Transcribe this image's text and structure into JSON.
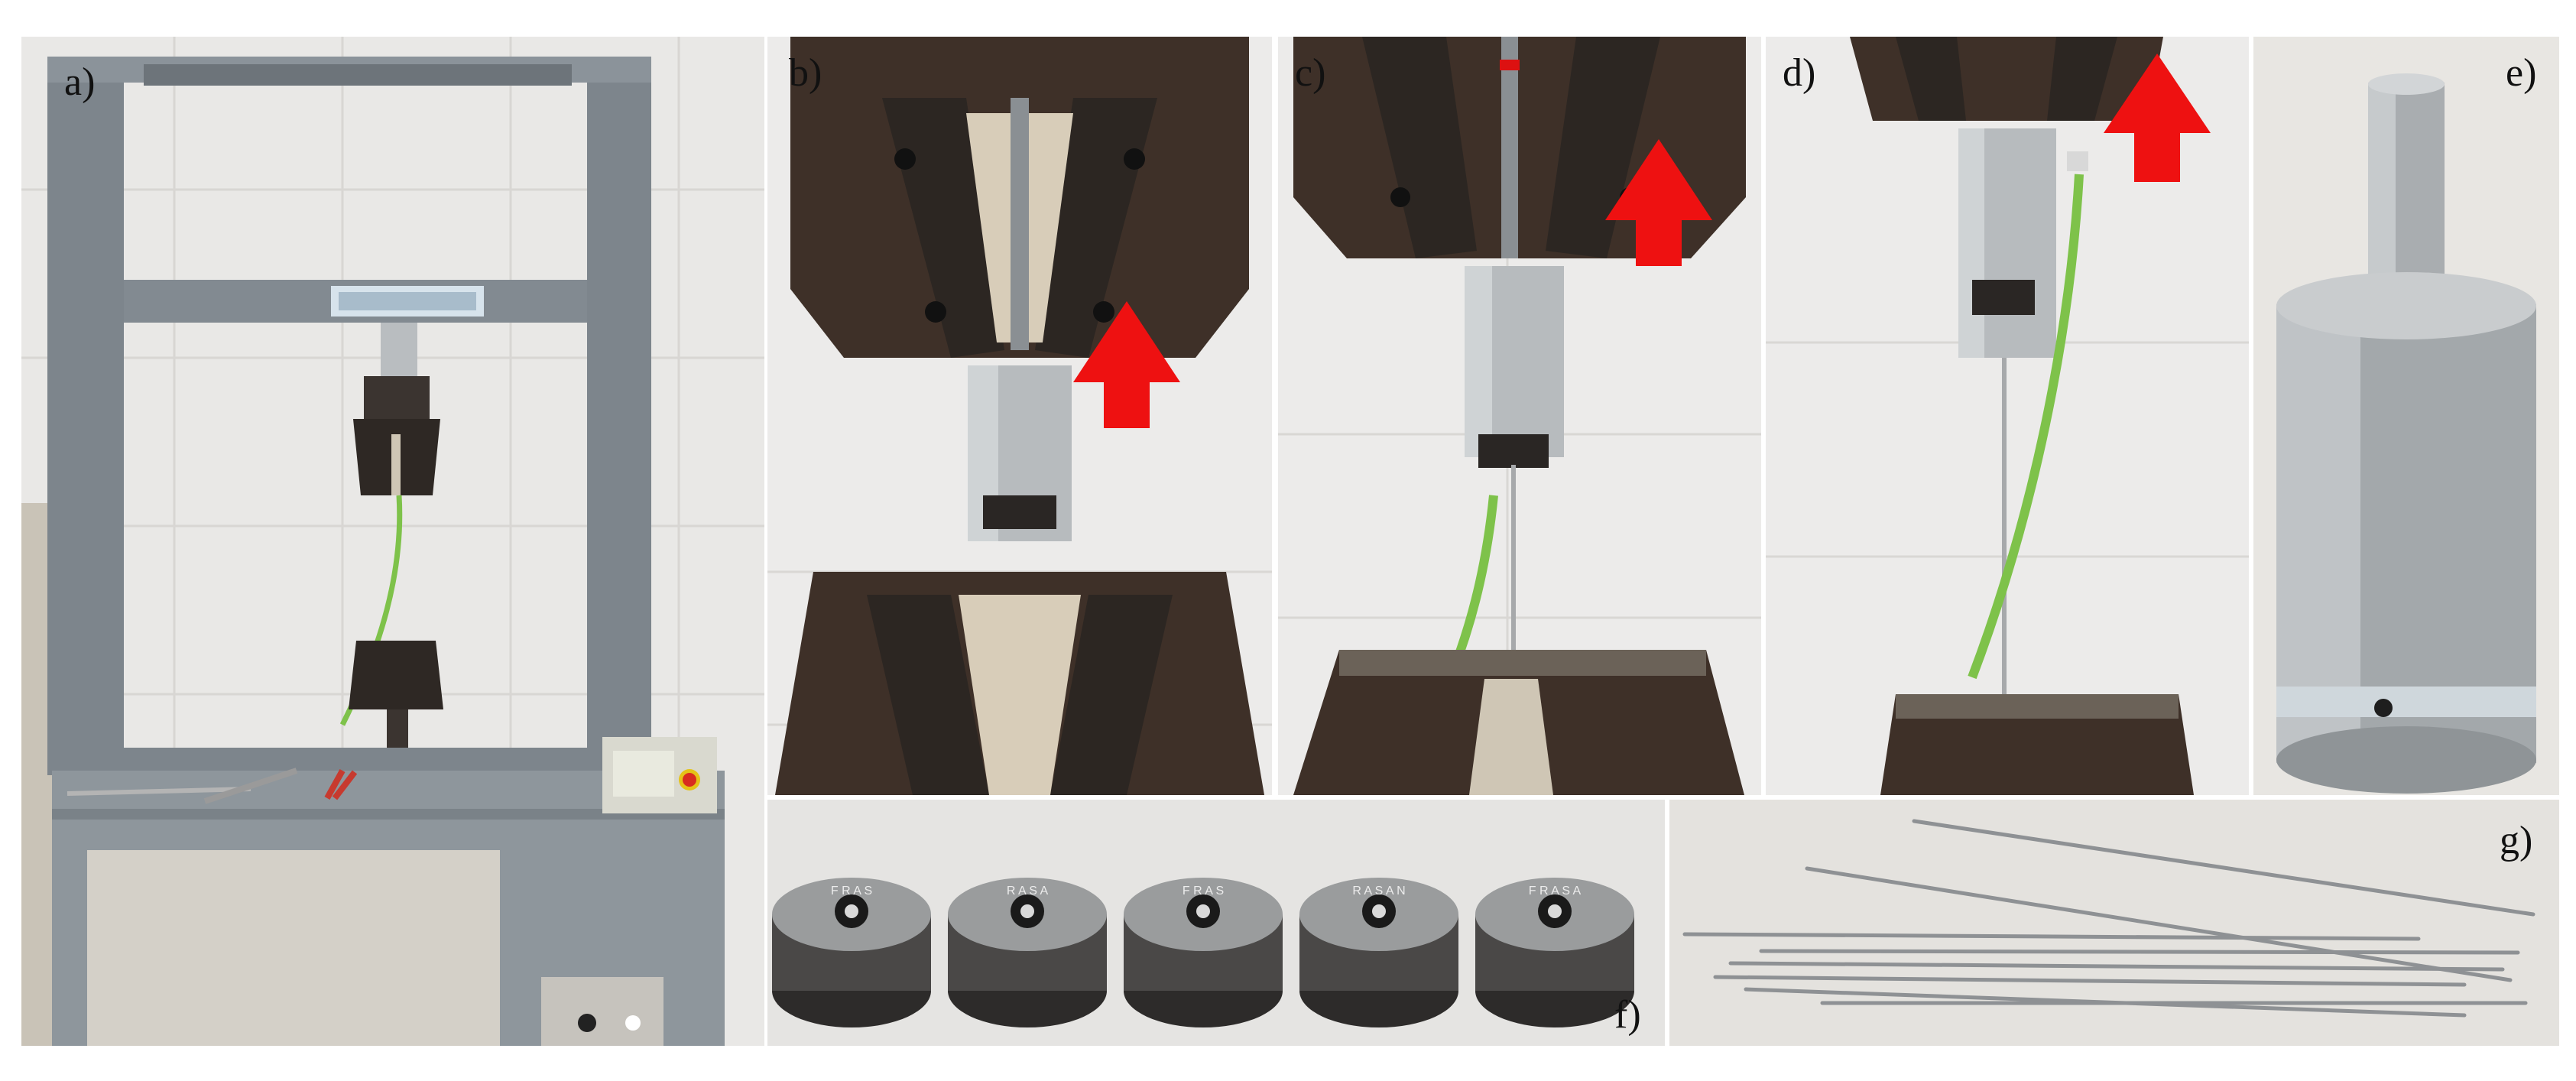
{
  "figure": {
    "panels": [
      {
        "id": "a",
        "label": "a)",
        "content": "universal testing machine with two wedge grips"
      },
      {
        "id": "b",
        "label": "b)",
        "content": "drawing die holder clamped in upper grip, red upward arrow"
      },
      {
        "id": "c",
        "label": "c)",
        "content": "wire drawn through die holder, red upward arrow"
      },
      {
        "id": "d",
        "label": "d)",
        "content": "drawing in progress with green cable, red upward arrow"
      },
      {
        "id": "e",
        "label": "e)",
        "content": "close-up of cylindrical die holder with shank"
      },
      {
        "id": "f",
        "label": "f)",
        "content": "five drawing dies in a row"
      },
      {
        "id": "g",
        "label": "g)",
        "content": "thin drawn wire samples"
      }
    ],
    "die_text": [
      "F R A S",
      "R A S A",
      "F R A S",
      "R A S A N",
      "F R A S A"
    ],
    "colors": {
      "arrow": "#ee1111",
      "cable": "#7ec24a",
      "grip_dark": "#3e3028",
      "tile": "#ecebea",
      "frame": "#858d95",
      "metal": "#b7bbbe"
    }
  }
}
